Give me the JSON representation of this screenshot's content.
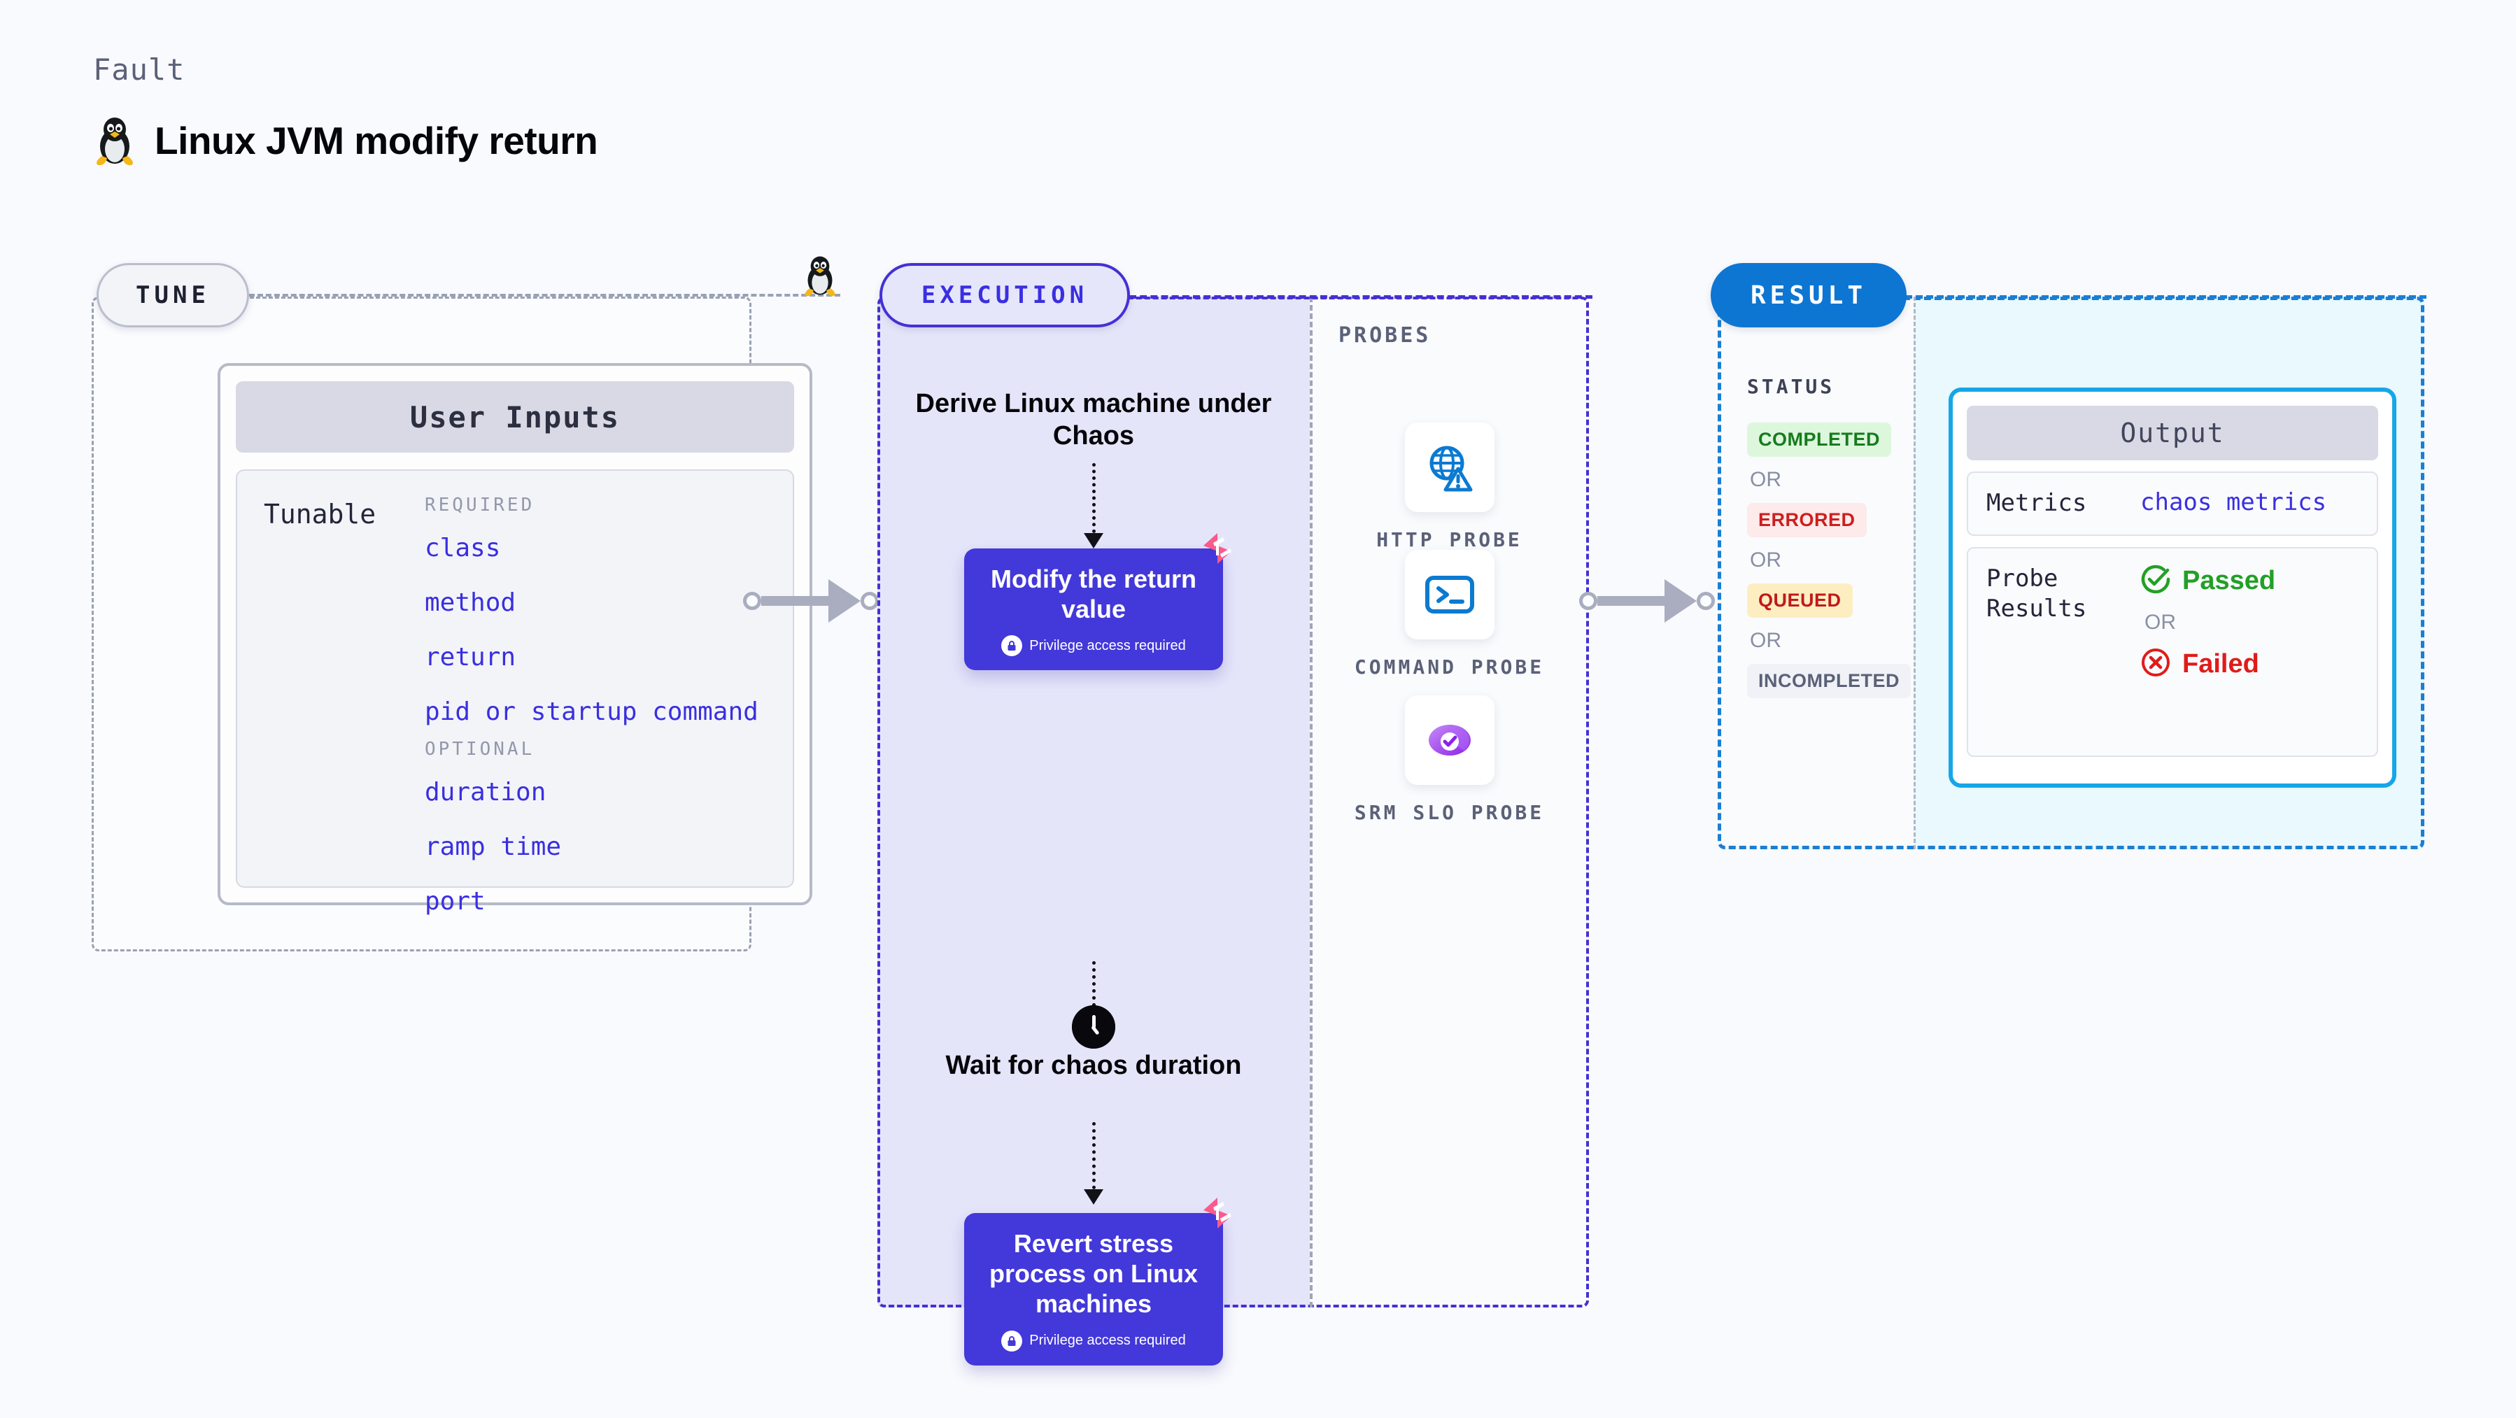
{
  "header": {
    "eyebrow": "Fault",
    "title": "Linux JVM modify return",
    "icon": "linux-penguin-icon"
  },
  "colors": {
    "background": "#f9fafd",
    "tune_border": "#9aa1b4",
    "execution_accent": "#4331d4",
    "execution_fill": "#e5e5fa",
    "result_accent": "#1a7fd4",
    "result_pill": "#0d76d3",
    "output_border": "#16a6e8",
    "output_fill": "#e9f9fd",
    "node_purple": "#4338d9",
    "param_blue": "#3a2fe0",
    "harness_pink": "#fb5a8c"
  },
  "tune": {
    "pill_label": "TUNE",
    "icon": "linux-penguin-icon",
    "card_title": "User Inputs",
    "tunable_label": "Tunable",
    "groups": [
      {
        "label": "REQUIRED",
        "params": [
          "class",
          "method",
          "return",
          "pid or startup command"
        ]
      },
      {
        "label": "OPTIONAL",
        "params": [
          "duration",
          "ramp time",
          "port"
        ]
      }
    ]
  },
  "execution": {
    "pill_label": "EXECUTION",
    "flow": [
      {
        "type": "text",
        "label": "Derive Linux machine under Chaos"
      },
      {
        "type": "node",
        "label": "Modify the return value",
        "privilege": "Privilege access required",
        "badge": "harness-logo-icon",
        "lock": "lock-icon"
      },
      {
        "type": "clock",
        "icon": "clock-icon",
        "label": "Wait for chaos duration"
      },
      {
        "type": "node",
        "label": "Revert stress process on Linux machines",
        "privilege": "Privilege access required",
        "badge": "harness-logo-icon",
        "lock": "lock-icon"
      }
    ]
  },
  "probes": {
    "section_label": "PROBES",
    "items": [
      {
        "name": "HTTP PROBE",
        "icon": "globe-warning-icon"
      },
      {
        "name": "COMMAND PROBE",
        "icon": "terminal-icon"
      },
      {
        "name": "SRM SLO PROBE",
        "icon": "srm-slo-icon"
      }
    ]
  },
  "result": {
    "pill_label": "RESULT",
    "status_label": "STATUS",
    "or_label": "OR",
    "statuses": [
      {
        "label": "COMPLETED",
        "fg": "#177b1e",
        "bg": "#ddf7dd"
      },
      {
        "label": "ERRORED",
        "fg": "#cc1f1f",
        "bg": "#fdeaea"
      },
      {
        "label": "QUEUED",
        "fg": "#c01a1a",
        "bg": "#fdeec2"
      },
      {
        "label": "INCOMPLETED",
        "fg": "#5b6178",
        "bg": "#f1f2f7"
      }
    ],
    "output": {
      "title": "Output",
      "metrics_key": "Metrics",
      "metrics_value": "chaos metrics",
      "probe_results_key": "Probe Results",
      "passed_label": "Passed",
      "passed_color": "#22a026",
      "passed_icon": "check-circle-icon",
      "or_label": "OR",
      "failed_label": "Failed",
      "failed_color": "#e01b1b",
      "failed_icon": "x-circle-icon"
    }
  }
}
